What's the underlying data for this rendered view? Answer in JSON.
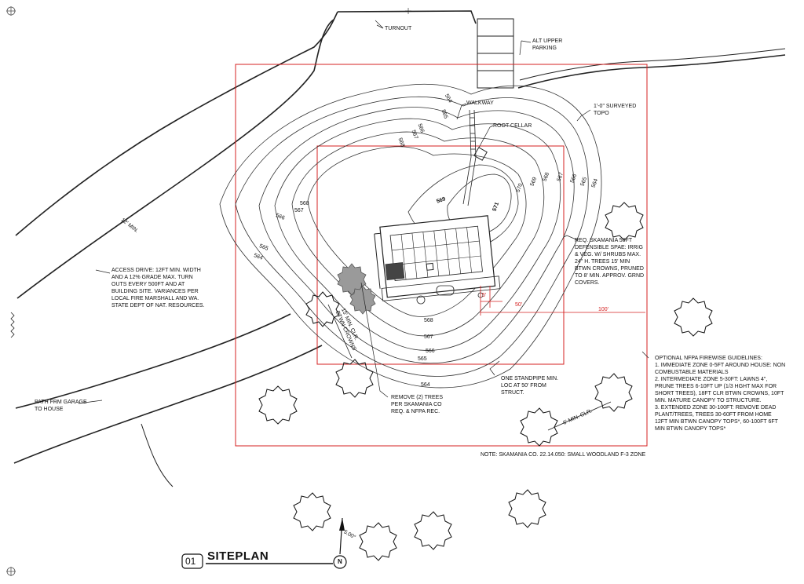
{
  "colors": {
    "line": "#222222",
    "red": "#d42020",
    "tree_fill": "#9a9a9a"
  },
  "sheet": {
    "number": "01",
    "title": "SITEPLAN",
    "north": "N",
    "north_angle": "5.00°"
  },
  "labels": {
    "turnout": "TURNOUT",
    "alt_parking": "ALT UPPER\nPARKING",
    "walkway": "WALKWAY",
    "root_cellar": "ROOT CELLAR",
    "topo": "1'-0\" SURVEYED\nTOPO",
    "min12": "12' MIN.",
    "access_drive": "ACCESS DRIVE: 12FT MIN. WIDTH\nAND A 12% GRADE MAX. TURN\nOUTS EVERY 500FT AND AT\nBUILDING SITE. VARIANCES PER\nLOCAL FIRE MARSHALL AND WA.\nSTATE DEPT OF NAT. RESOURCES.",
    "path_garage": "PATH FRM GARAGE\nTO HOUSE",
    "remove_trees": "REMOVE (2) TREES\nPER SKAMANIA CO\nREQ. & NFPA REC.",
    "standpipe": "ONE STANDPIPE MIN.\nLOC AT 50' FROM\nSTRUCT.",
    "req_skamania": "REQ. SKAMANIA 50FT\nDEFENSIBLE SPAE: IRRIG\n& VEG. W/ SHRUBS MAX.\n24\" H. TREES 15' MIN\nBTWN CROWNS, PRUNED\nTO 8' MIN. APPROV. GRND\nCOVERS.",
    "nfpa": "OPTIONAL NFPA FIREWISE GUIDELINES:\n1. IMMEDIATE ZONE 0-5FT AROUND HOUSE: NON\nCOMBUSTABLE MATERIALS\n2. INTERMEDIATE ZONE 5-30FT: LAWNS 4\",\nPRUNE TREES 6-10FT UP (1/3 HGHT MAX FOR\nSHORT TREES), 18FT CLR BTWN CROWNS, 10FT\nMIN. MATURE CANOPY TO STRUCTURE.\n3. EXTENDED ZONE 30-100FT: REMOVE DEAD\nPLANT/TREES, TREES 30-60FT FROM HOME\n12FT MIN BTWN CANOPY TOPS*, 60-100FT 6FT\nMIN BTWN CANOPY TOPS*",
    "note": "NOTE: SKAMANIA CO. 22.14.050: SMALL WOODLAND F-3 ZONE",
    "clr15": "15' MIN. CLR.\nBTWN CROWNS",
    "clr6": "6' MIN. CLR."
  },
  "dimensions": {
    "d5": "5'",
    "d50": "50'",
    "d100": "100'"
  },
  "contours": [
    {
      "label": "564"
    },
    {
      "label": "565"
    },
    {
      "label": "566"
    },
    {
      "label": "567"
    },
    {
      "label": "568"
    },
    {
      "label": "569"
    },
    {
      "label": "570"
    },
    {
      "label": "571"
    }
  ],
  "contour_marks": [
    {
      "text": "564",
      "ref": "a"
    },
    {
      "text": "565",
      "ref": "b"
    },
    {
      "text": "566",
      "ref": "c"
    },
    {
      "text": "567",
      "ref": "d"
    },
    {
      "text": "568",
      "ref": "e"
    },
    {
      "text": "568",
      "ref": "f"
    },
    {
      "text": "567",
      "ref": "g"
    },
    {
      "text": "566",
      "ref": "h"
    },
    {
      "text": "565",
      "ref": "i"
    },
    {
      "text": "564",
      "ref": "j"
    },
    {
      "text": "569",
      "ref": "k"
    },
    {
      "text": "571",
      "ref": "l"
    },
    {
      "text": "570",
      "ref": "m"
    },
    {
      "text": "569",
      "ref": "n"
    },
    {
      "text": "568",
      "ref": "o"
    },
    {
      "text": "567",
      "ref": "p"
    },
    {
      "text": "566",
      "ref": "q"
    },
    {
      "text": "565",
      "ref": "r"
    },
    {
      "text": "564",
      "ref": "s"
    },
    {
      "text": "568",
      "ref": "t"
    },
    {
      "text": "567",
      "ref": "u"
    },
    {
      "text": "566",
      "ref": "v"
    },
    {
      "text": "565",
      "ref": "w"
    },
    {
      "text": "564",
      "ref": "x"
    },
    {
      "text": "565",
      "ref": "y"
    },
    {
      "text": "564",
      "ref": "z"
    }
  ]
}
